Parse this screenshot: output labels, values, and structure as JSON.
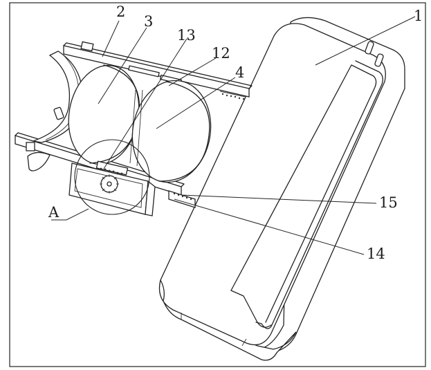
{
  "figure": {
    "labels": [
      {
        "id": "1",
        "text": "1"
      },
      {
        "id": "2",
        "text": "2"
      },
      {
        "id": "3",
        "text": "3"
      },
      {
        "id": "4",
        "text": "4"
      },
      {
        "id": "12",
        "text": "12"
      },
      {
        "id": "13",
        "text": "13"
      },
      {
        "id": "14",
        "text": "14"
      },
      {
        "id": "15",
        "text": "15"
      },
      {
        "id": "A",
        "text": "A"
      }
    ]
  },
  "colors": {
    "line": "#222222",
    "background": "#ffffff"
  }
}
